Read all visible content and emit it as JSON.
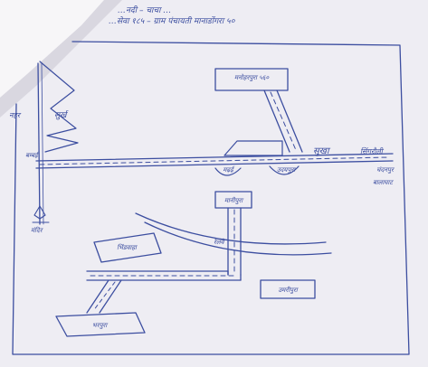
{
  "header": {
    "line1": "…नदी – चाचा …",
    "line2": "…सेवा १८५ – ग्राम पंचायती मानाडोंगरा ५०"
  },
  "map": {
    "boxes": {
      "top": "मनोहरपुरा ५६०",
      "junction_left": "मढ़ई",
      "junction_right": "उदयपुरा",
      "mid": "मानीपुरा",
      "left": "भिंडवाहा",
      "right": "उमरीपुरा",
      "bottom": "भरपुरा"
    },
    "labels": {
      "left_vertical_a": "नहर",
      "left_vertical_b": "सुर्ख",
      "left_road_end": "बम्बई",
      "hill_base": "मंदिर",
      "road_right_1": "सुखा",
      "road_right_2": "सिंगरौली",
      "road_right_3": "चंदनपुर",
      "road_right_4": "बालाघाट",
      "railway": "रेलवे"
    }
  },
  "colors": {
    "ink": "#3c4ea0",
    "paper": "#f1f0f5",
    "background": "#cfcdd8"
  }
}
